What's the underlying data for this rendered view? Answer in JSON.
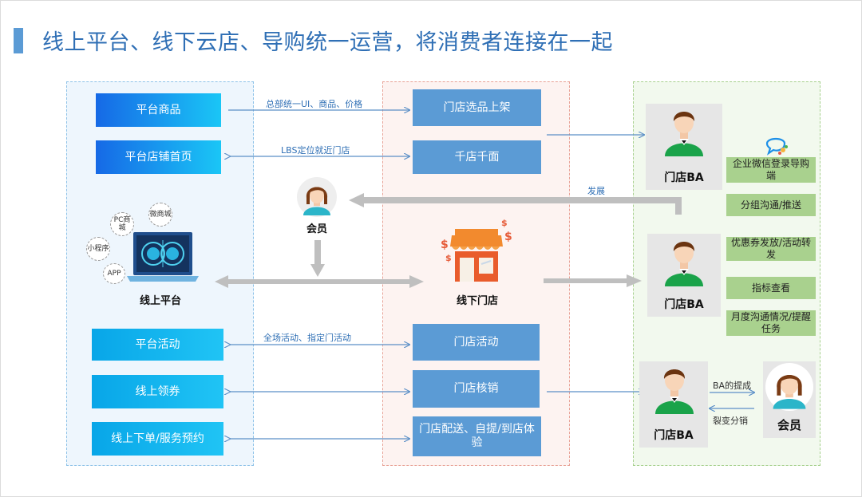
{
  "title": "线上平台、线下云店、导购统一运营，将消费者连接在一起",
  "left": {
    "boxes": [
      "平台商品",
      "平台店铺首页",
      "平台活动",
      "线上领券",
      "线上下单/服务预约"
    ],
    "bubbles": [
      "PC商城",
      "微商城",
      "小程序",
      "APP"
    ],
    "platform_label": "线上平台"
  },
  "middle": {
    "boxes": [
      "门店选品上架",
      "千店千面",
      "门店活动",
      "门店核销",
      "门店配送、自提/到店体验"
    ],
    "member_label": "会员",
    "store_label": "线下门店"
  },
  "right": {
    "ba_labels": [
      "门店BA",
      "门店BA",
      "门店BA"
    ],
    "features": [
      "企业微信登录导购端",
      "分组沟通/推送",
      "优惠券发放/活动转发",
      "指标查看",
      "月度沟通情况/提醒任务"
    ],
    "member_label": "会员"
  },
  "edges": {
    "e1": "总部统一UI、商品、价格",
    "e2": "LBS定位就近门店",
    "e3": "全场活动、指定门活动",
    "develop": "发展",
    "ba_commission": "BA的提成",
    "fission": "裂变分销"
  },
  "colors": {
    "accent": "#5b9bd5",
    "title": "#2f6fb5",
    "green": "#a9d18e"
  },
  "icons": [
    "laptop-icon",
    "store-icon",
    "member-avatar-icon",
    "ba-person-icon",
    "wechat-work-icon"
  ]
}
